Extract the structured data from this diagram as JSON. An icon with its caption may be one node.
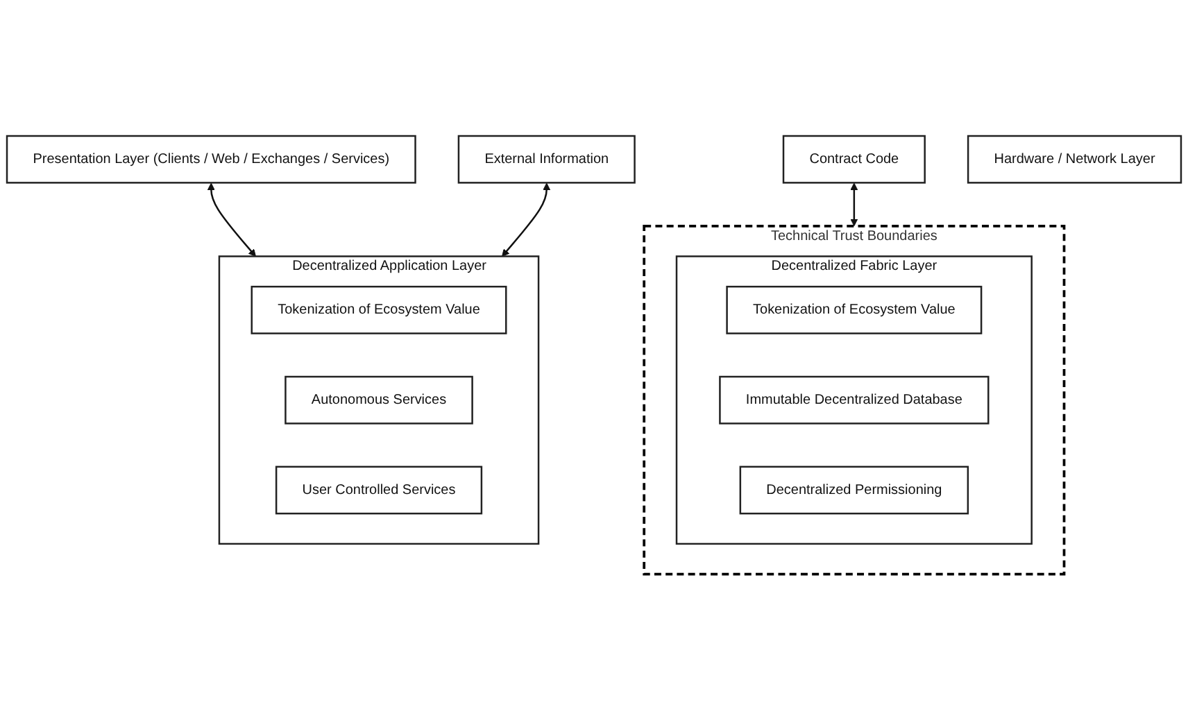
{
  "diagram": {
    "nodes": [
      {
        "text": [
          "Presentation Layer (Clients / Web / Exchanges / Services)"
        ]
      },
      {
        "text": [
          "External Information"
        ]
      },
      {
        "text": [
          "Decentralized Application Layer"
        ]
      },
      {
        "text": [
          "Tokenization of Ecosystem Value"
        ],
        "in": 2
      },
      {
        "text": [
          "Autonomous Services"
        ],
        "in": 2
      },
      {
        "text": [
          "User Controlled Services"
        ],
        "in": 2
      },
      {
        "text": [
          "Contract Code"
        ]
      },
      {
        "text": [
          "Technical Trust Boundaries"
        ]
      },
      {
        "text": [
          "Decentralized Fabric Layer"
        ],
        "in": 7
      },
      {
        "text": [
          "Tokenization of Ecosystem Value"
        ],
        "in": 8
      },
      {
        "text": [
          "Immutable Decentralized Database"
        ],
        "in": 8
      },
      {
        "text": [
          "Decentralized Permissioning"
        ],
        "in": 8
      },
      {
        "text": [
          "Hardware / Network Layer"
        ]
      }
    ],
    "edges": [
      {
        "from": 0,
        "to": 2,
        "arrow": "both"
      },
      {
        "from": 1,
        "to": 2,
        "arrow": "both"
      },
      {
        "from": 6,
        "to": 7,
        "arrow": "both"
      }
    ]
  }
}
